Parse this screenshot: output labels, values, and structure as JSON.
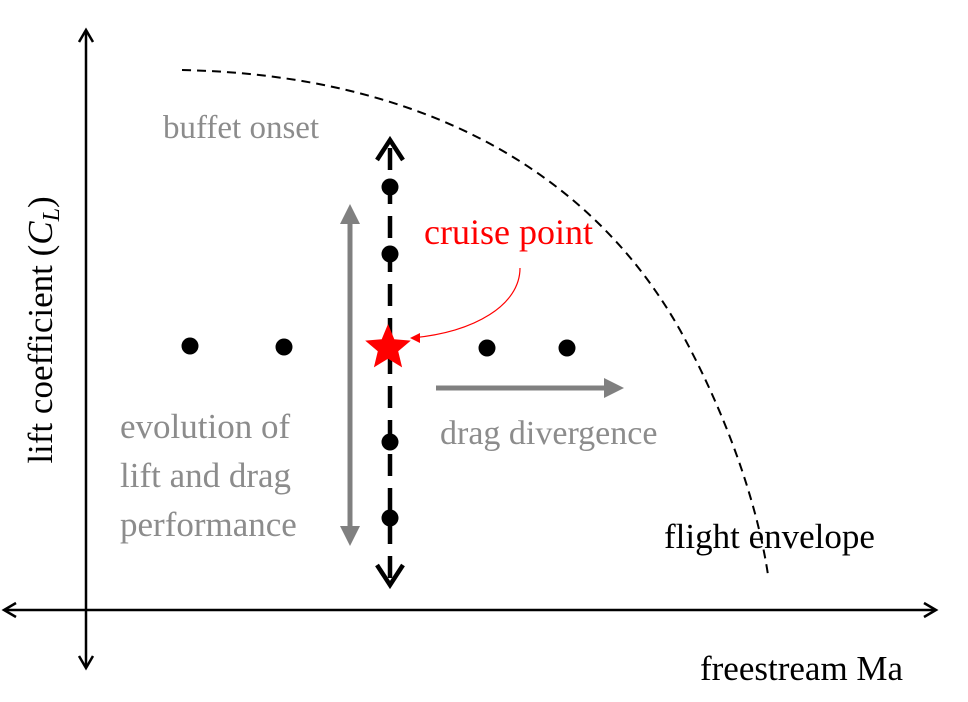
{
  "diagram": {
    "y_axis_label_main": "lift coefficient (",
    "y_axis_label_symbol": "C",
    "y_axis_label_subscript": "L",
    "y_axis_label_close": ")",
    "x_axis_label": "freestream Ma",
    "buffet_label": "buffet onset",
    "cruise_label": "cruise point",
    "evolution_label_line1": "evolution of",
    "evolution_label_line2": "lift and drag",
    "evolution_label_line3": "performance",
    "drag_divergence_label": "drag divergence",
    "flight_envelope_label": "flight envelope",
    "colors": {
      "axis": "#000000",
      "gray_text": "#8c8c8c",
      "gray_arrow": "#808080",
      "cruise": "#ff0000",
      "envelope": "#000000"
    }
  }
}
